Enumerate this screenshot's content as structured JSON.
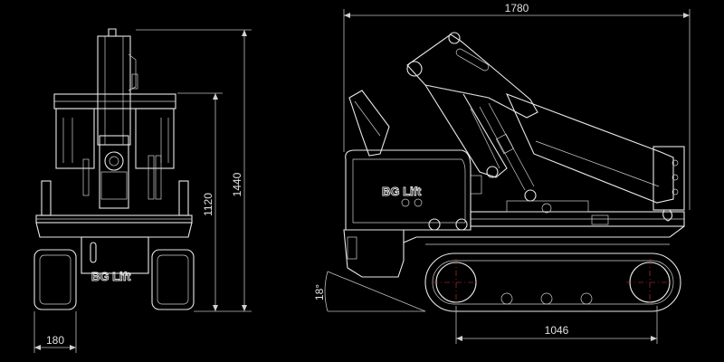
{
  "front_view": {
    "brand_label": "BG Lift",
    "dimensions": {
      "height_total": "1440",
      "height_platform": "1120",
      "track_width": "180"
    }
  },
  "side_view": {
    "brand_label": "BG Lift",
    "dimensions": {
      "overall_length": "1780",
      "track_length": "1046",
      "angle": "18°"
    }
  }
}
